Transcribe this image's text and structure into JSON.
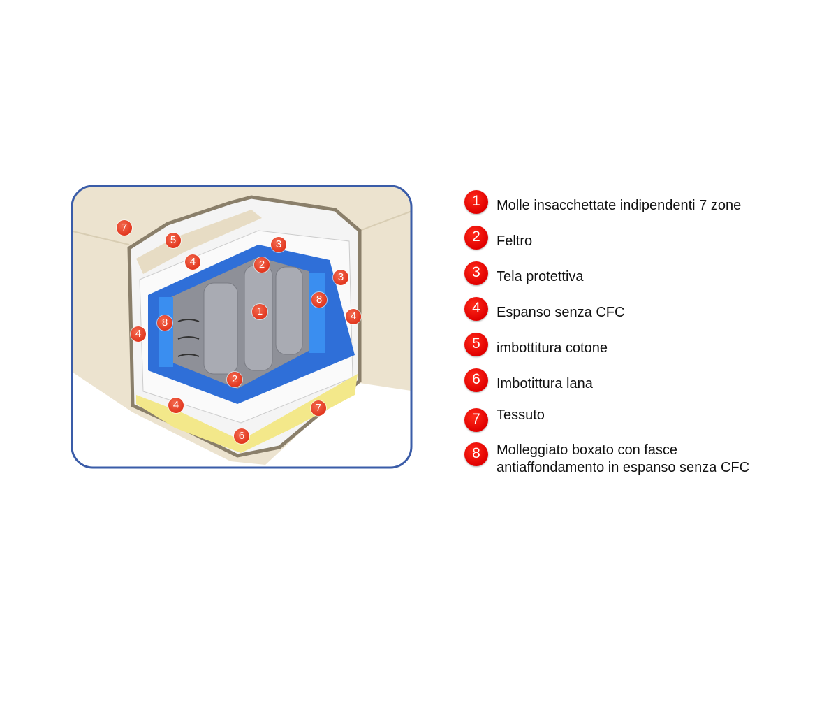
{
  "diagram": {
    "markers": [
      "7",
      "5",
      "4",
      "3",
      "2",
      "3",
      "8",
      "1",
      "4",
      "8",
      "4",
      "2",
      "4",
      "7",
      "6"
    ],
    "frame_color": "#3a5ca8",
    "fabric_color": "#ece3cf",
    "foam_blue": "#2f6fd8",
    "wool_yellow": "#f3e88a"
  },
  "legend": {
    "items": [
      {
        "num": "1",
        "label": "Molle insacchettate indipendenti 7 zone"
      },
      {
        "num": "2",
        "label": "Feltro"
      },
      {
        "num": "3",
        "label": "Tela protettiva"
      },
      {
        "num": "4",
        "label": "Espanso senza CFC"
      },
      {
        "num": "5",
        "label": "imbottitura cotone"
      },
      {
        "num": "6",
        "label": "Imbotittura lana"
      },
      {
        "num": "7",
        "label": "Tessuto"
      },
      {
        "num": "8",
        "label": "Molleggiato boxato con fasce\nantiaffondamento in espanso senza CFC"
      }
    ]
  }
}
